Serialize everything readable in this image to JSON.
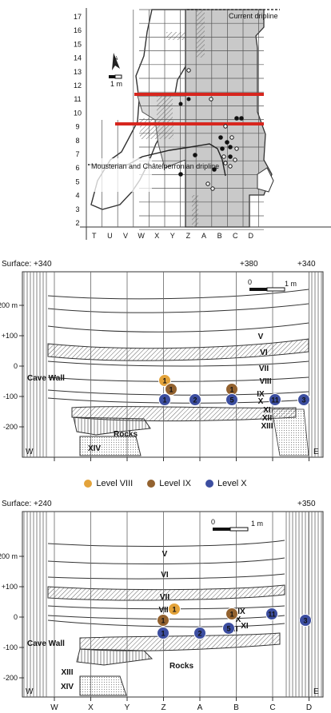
{
  "plan": {
    "rows": [
      "17",
      "16",
      "15",
      "14",
      "13",
      "12",
      "11",
      "10",
      "9",
      "8",
      "7",
      "6",
      "5",
      "4",
      "3",
      "2"
    ],
    "cols": [
      "T",
      "U",
      "V",
      "W",
      "X",
      "Y",
      "Z",
      "A",
      "B",
      "C",
      "D"
    ],
    "labels": {
      "current_dripline": "Current dripline",
      "old_dripline": "Mousterian and Châtelperronian dripline",
      "scale": "1 m"
    }
  },
  "section1": {
    "surface_left": "Surface: +340",
    "surface_mid": "+380",
    "surface_right": "+340",
    "y_ticks": [
      "+200 m",
      "+100",
      "0",
      "-100",
      "-200"
    ],
    "cols": [
      "W",
      "X",
      "Y",
      "Z",
      "A",
      "B",
      "C",
      "D"
    ],
    "corner_left": "W",
    "corner_right": "E",
    "cave_wall": "Cave Wall",
    "rocks": "Rocks",
    "scale": "1 m",
    "scale_zero": "0",
    "layers": [
      "V",
      "VI",
      "VII",
      "VIII",
      "IX",
      "X",
      "XI",
      "XII",
      "XIII",
      "XIV"
    ],
    "markers": [
      {
        "level": "VIII",
        "text": "1"
      },
      {
        "level": "IX",
        "text": "1"
      },
      {
        "level": "IX",
        "text": "1"
      },
      {
        "level": "X",
        "text": "1"
      },
      {
        "level": "X",
        "text": "2"
      },
      {
        "level": "X",
        "text": "5"
      },
      {
        "level": "X",
        "text": "11"
      },
      {
        "level": "X",
        "text": "3"
      }
    ]
  },
  "legend": {
    "items": [
      {
        "label": "Level VIII",
        "color": "#e3a33b"
      },
      {
        "label": "Level IX",
        "color": "#93622f"
      },
      {
        "label": "Level X",
        "color": "#3c4ea0"
      }
    ]
  },
  "section2": {
    "surface_left": "Surface: +240",
    "surface_right": "+350",
    "y_ticks": [
      "+200 m",
      "+100",
      "0",
      "-100",
      "-200"
    ],
    "cols": [
      "W",
      "X",
      "Y",
      "Z",
      "A",
      "B",
      "C",
      "D"
    ],
    "corner_left": "W",
    "corner_right": "E",
    "cave_wall": "Cave Wall",
    "rocks": "Rocks",
    "scale": "1 m",
    "scale_zero": "0",
    "layers": [
      "V",
      "VI",
      "VII",
      "VIII",
      "IX",
      "X",
      "XI",
      "XIII",
      "XIII",
      "XIV"
    ],
    "markers": [
      {
        "level": "VIII",
        "text": "1"
      },
      {
        "level": "IX",
        "text": "1"
      },
      {
        "level": "IX",
        "text": "1"
      },
      {
        "level": "X",
        "text": "1"
      },
      {
        "level": "X",
        "text": "2"
      },
      {
        "level": "X",
        "text": "5"
      },
      {
        "level": "X",
        "text": "11"
      },
      {
        "level": "X",
        "text": "3"
      }
    ]
  }
}
